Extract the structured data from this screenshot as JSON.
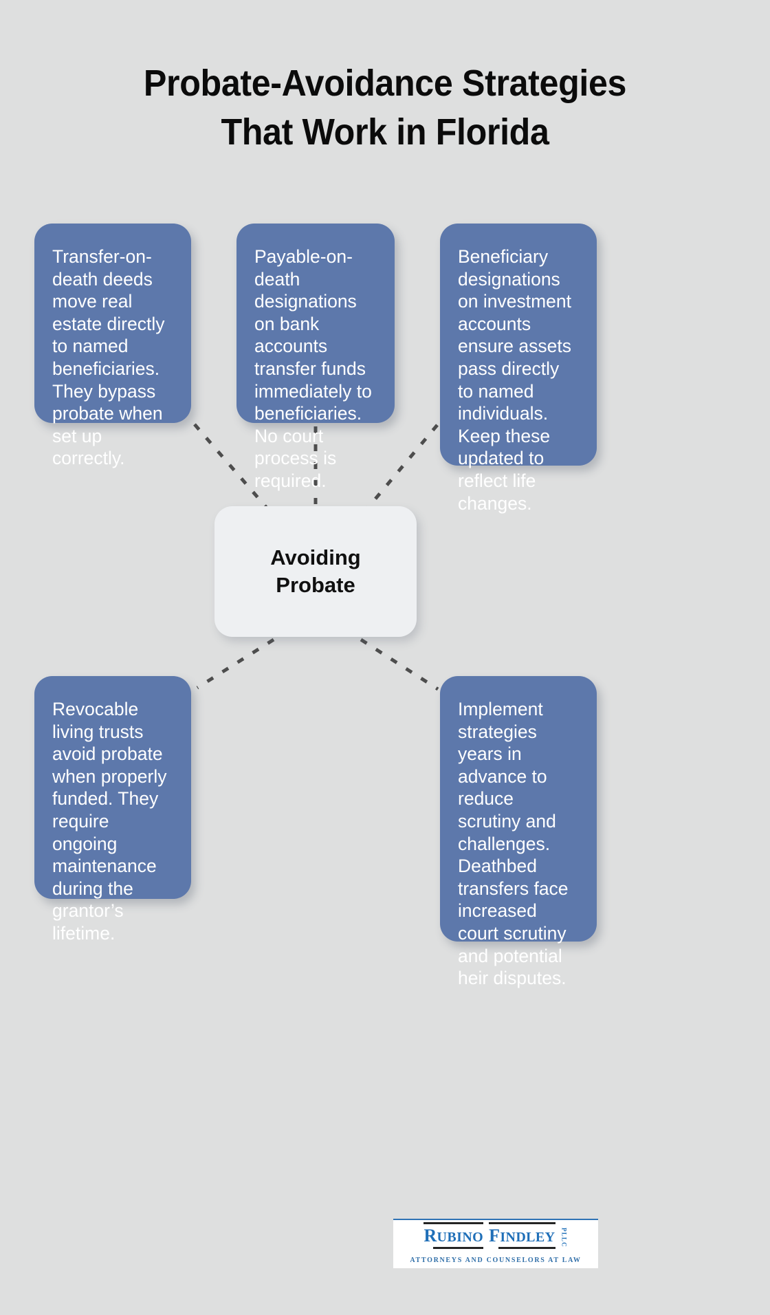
{
  "page": {
    "background_color": "#dedfdf",
    "card_color": "#5d78ab",
    "center_color": "#eef0f2",
    "connector_color": "#4d4d4d",
    "text_color_on_card": "#ffffff",
    "title_color": "#0b0b0b",
    "logo_blue": "#1f6fb8"
  },
  "title": {
    "text": "Probate-Avoidance Strategies\nThat Work in Florida"
  },
  "center": {
    "label": "Avoiding\nProbate"
  },
  "cards": [
    {
      "id": "transfer-on-death-deeds",
      "text": "Transfer-on-death deeds move real estate directly to named beneficiaries. They bypass probate when set up correctly."
    },
    {
      "id": "payable-on-death-designations",
      "text": "Payable-on-death designations on bank accounts transfer funds immediately to beneficiaries. No court process is required."
    },
    {
      "id": "beneficiary-designations",
      "text": "Beneficiary designations on investment accounts ensure assets pass directly to named individuals. Keep these updated to reflect life changes."
    },
    {
      "id": "revocable-living-trusts",
      "text": "Revocable living trusts avoid probate when properly funded. They require ongoing maintenance during the grantor’s lifetime."
    },
    {
      "id": "advance-planning-timing",
      "text": "Implement strategies years in advance to reduce scrutiny and challenges. Deathbed transfers face increased court scrutiny and potential heir disputes."
    }
  ],
  "logo": {
    "word_one_cap": "R",
    "word_one_rest": "UBINO",
    "word_two_cap": "F",
    "word_two_rest": "INDLEY",
    "entity_suffix": "PLLC",
    "tagline": "ATTORNEYS AND COUNSELORS AT LAW"
  }
}
